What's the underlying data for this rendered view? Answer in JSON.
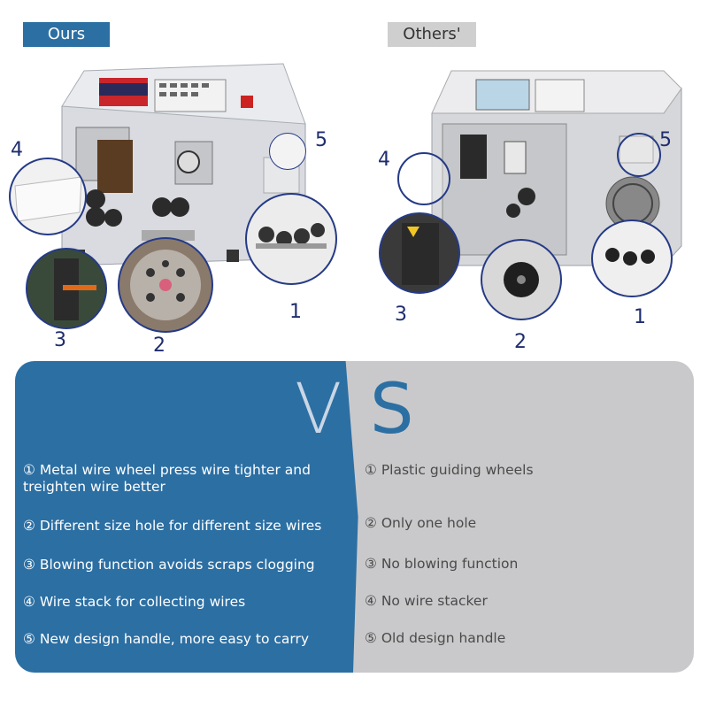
{
  "header": {
    "ours_label": "Ours",
    "others_label": "Others'"
  },
  "callouts": {
    "n1": "1",
    "n2": "2",
    "n3": "3",
    "n4": "4",
    "n5": "5"
  },
  "versus": {
    "v": "V",
    "s": "S"
  },
  "ours_features": [
    "① Metal wire wheel press wire tighter and treighten wire better",
    "② Different size hole for different size wires",
    "③ Blowing function avoids scraps clogging",
    "④ Wire stack for collecting wires",
    "⑤ New design handle, more easy to carry"
  ],
  "others_features": [
    "① Plastic guiding wheels",
    "② Only one hole",
    "③ No blowing function",
    "④ No wire stacker",
    "⑤ Old design handle"
  ],
  "colors": {
    "ours_accent": "#2c6fa3",
    "others_panel": "#c9c9cb",
    "callout_ring": "#253a86"
  }
}
